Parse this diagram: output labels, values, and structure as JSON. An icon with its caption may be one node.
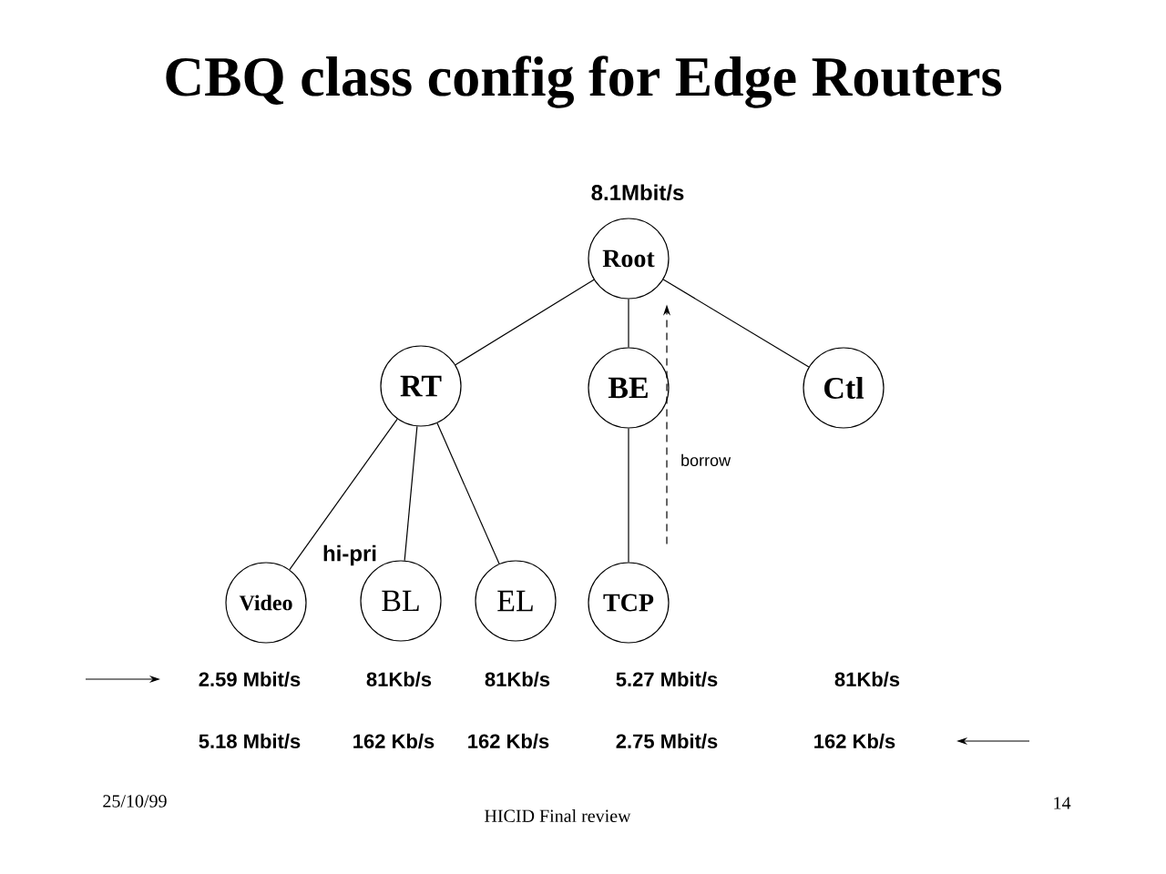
{
  "diagram": {
    "title": "CBQ class config for Edge Routers",
    "nodes": [
      {
        "text": [
          "Root"
        ],
        "beside": [
          "8.1Mbit/s"
        ]
      },
      {
        "text": [
          "RT"
        ]
      },
      {
        "text": [
          "BE"
        ]
      },
      {
        "text": [
          "Ctl"
        ]
      },
      {
        "text": [
          "Video"
        ]
      },
      {
        "text": [
          "BL"
        ]
      },
      {
        "text": [
          "EL"
        ]
      },
      {
        "text": [
          "TCP"
        ]
      }
    ],
    "edges": [
      {
        "from": 0,
        "to": 1,
        "arrow": "none"
      },
      {
        "from": 0,
        "to": 2,
        "arrow": "none"
      },
      {
        "from": 0,
        "to": 3,
        "arrow": "none"
      },
      {
        "from": 1,
        "to": 4,
        "arrow": "none"
      },
      {
        "from": 1,
        "to": 5,
        "arrow": "none"
      },
      {
        "from": 1,
        "to": 6,
        "arrow": "none"
      },
      {
        "from": 2,
        "to": 7,
        "arrow": "none"
      },
      {
        "from": 7,
        "to": 0,
        "arrow": "to",
        "style": "dashed",
        "label": "borrow"
      }
    ],
    "labels": [
      "hi-pri",
      "2.59 Mbit/s",
      "81Kb/s",
      "81Kb/s",
      "5.27 Mbit/s",
      "81Kb/s",
      "5.18 Mbit/s",
      "162 Kb/s",
      "162 Kb/s",
      "2.75 Mbit/s",
      "162 Kb/s",
      "25/10/99",
      "HICID Final review",
      "14"
    ]
  }
}
